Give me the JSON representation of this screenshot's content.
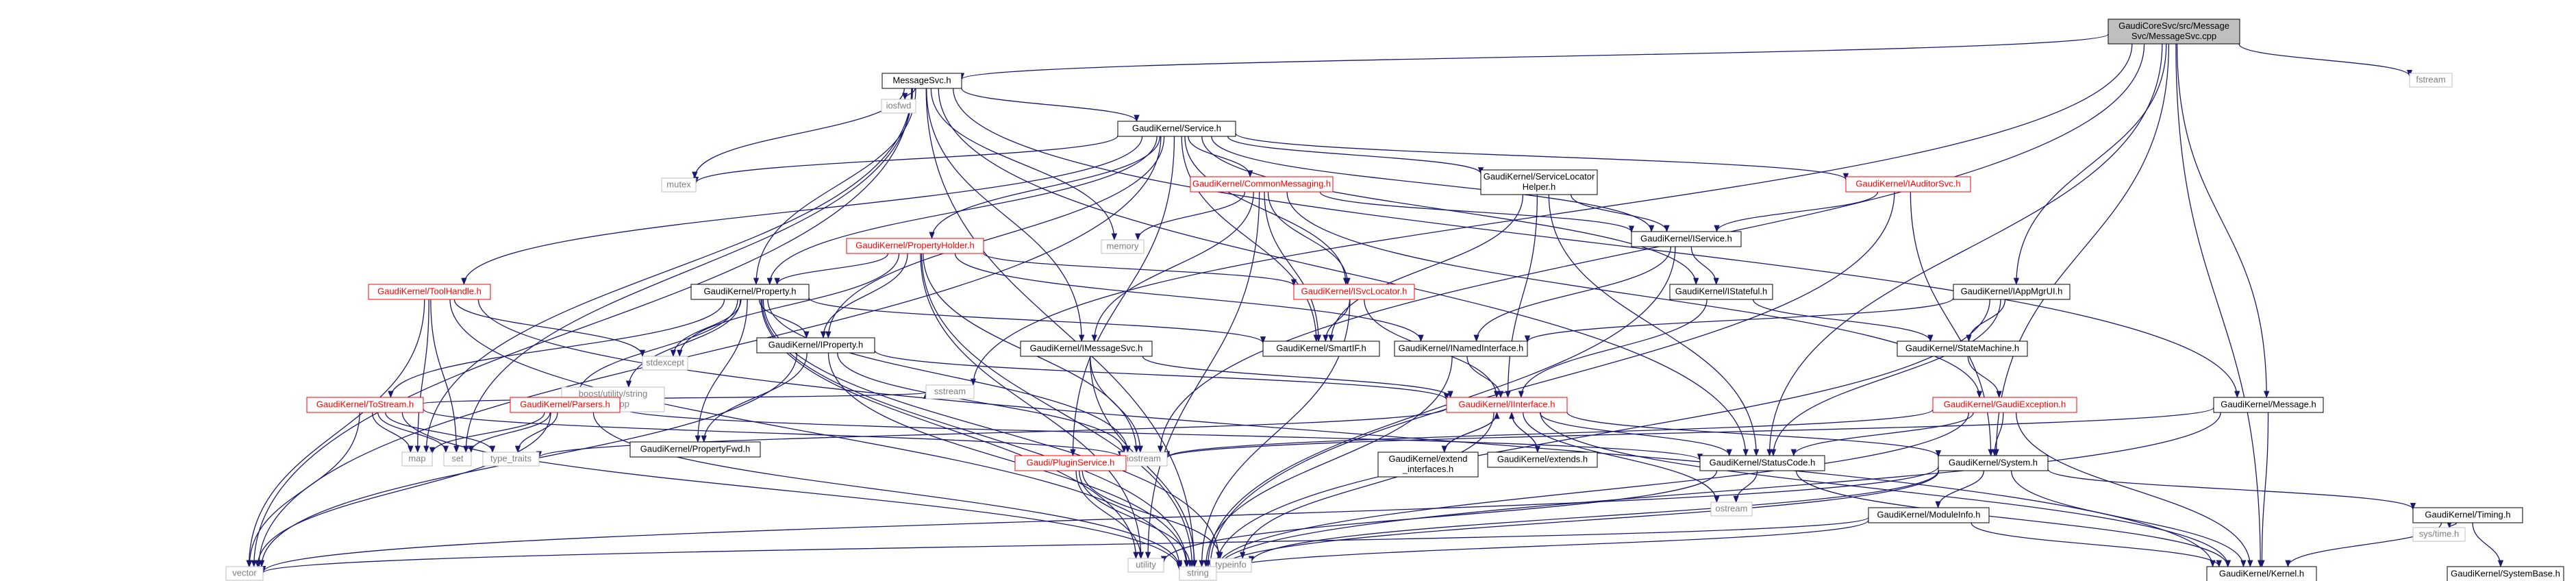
{
  "colors": {
    "edge": "#191970",
    "border_normal": "#000000",
    "border_linked": "#bfbfbf",
    "border_expandable": "#ff0000",
    "root_fill": "#bfbfbf",
    "text_normal": "#000000",
    "text_linked": "#7f7f7f",
    "text_expandable": "#ff0000"
  },
  "nodes": [
    {
      "id": "root",
      "style": "root",
      "lines": [
        "GaudiCoreSvc/src/Message",
        "Svc/MessageSvc.cpp"
      ]
    },
    {
      "id": "messagesvc_h",
      "style": "normal",
      "lines": [
        "MessageSvc.h"
      ]
    },
    {
      "id": "sstream",
      "style": "linked",
      "lines": [
        "sstream"
      ]
    },
    {
      "id": "fstream",
      "style": "linked",
      "lines": [
        "fstream"
      ]
    },
    {
      "id": "iosfwd",
      "style": "linked",
      "lines": [
        "iosfwd"
      ]
    },
    {
      "id": "mutex",
      "style": "linked",
      "lines": [
        "mutex"
      ]
    },
    {
      "id": "memory",
      "style": "linked",
      "lines": [
        "memory"
      ]
    },
    {
      "id": "stdexcept",
      "style": "linked",
      "lines": [
        "stdexcept"
      ]
    },
    {
      "id": "boost_string_ref",
      "style": "linked",
      "lines": [
        "boost/utility/string",
        "_ref.hpp"
      ]
    },
    {
      "id": "map",
      "style": "linked",
      "lines": [
        "map"
      ]
    },
    {
      "id": "set",
      "style": "linked",
      "lines": [
        "set"
      ]
    },
    {
      "id": "type_traits",
      "style": "linked",
      "lines": [
        "type_traits"
      ]
    },
    {
      "id": "iostream",
      "style": "linked",
      "lines": [
        "iostream"
      ]
    },
    {
      "id": "utility",
      "style": "linked",
      "lines": [
        "utility"
      ]
    },
    {
      "id": "typeinfo",
      "style": "linked",
      "lines": [
        "typeinfo"
      ]
    },
    {
      "id": "ostream",
      "style": "linked",
      "lines": [
        "ostream"
      ]
    },
    {
      "id": "vector",
      "style": "linked",
      "lines": [
        "vector"
      ]
    },
    {
      "id": "string",
      "style": "linked",
      "lines": [
        "string"
      ]
    },
    {
      "id": "systime",
      "style": "linked",
      "lines": [
        "sys/time.h"
      ]
    },
    {
      "id": "service_h",
      "style": "normal",
      "lines": [
        "GaudiKernel/Service.h"
      ]
    },
    {
      "id": "commonmessaging",
      "style": "expandable",
      "lines": [
        "GaudiKernel/CommonMessaging.h"
      ]
    },
    {
      "id": "servicelocatorhelper",
      "style": "normal",
      "lines": [
        "GaudiKernel/ServiceLocator",
        "Helper.h"
      ]
    },
    {
      "id": "iauditorsvc",
      "style": "expandable",
      "lines": [
        "GaudiKernel/IAuditorSvc.h"
      ]
    },
    {
      "id": "propertyholder",
      "style": "expandable",
      "lines": [
        "GaudiKernel/PropertyHolder.h"
      ]
    },
    {
      "id": "iservice",
      "style": "normal",
      "lines": [
        "GaudiKernel/IService.h"
      ]
    },
    {
      "id": "toolhandle",
      "style": "expandable",
      "lines": [
        "GaudiKernel/ToolHandle.h"
      ]
    },
    {
      "id": "property_h",
      "style": "normal",
      "lines": [
        "GaudiKernel/Property.h"
      ]
    },
    {
      "id": "isvclocator",
      "style": "expandable",
      "lines": [
        "GaudiKernel/ISvcLocator.h"
      ]
    },
    {
      "id": "istateful",
      "style": "normal",
      "lines": [
        "GaudiKernel/IStateful.h"
      ]
    },
    {
      "id": "iappmgrui",
      "style": "normal",
      "lines": [
        "GaudiKernel/IAppMgrUI.h"
      ]
    },
    {
      "id": "iproperty",
      "style": "normal",
      "lines": [
        "GaudiKernel/IProperty.h"
      ]
    },
    {
      "id": "imessagesvc",
      "style": "normal",
      "lines": [
        "GaudiKernel/IMessageSvc.h"
      ]
    },
    {
      "id": "smartif",
      "style": "normal",
      "lines": [
        "GaudiKernel/SmartIF.h"
      ]
    },
    {
      "id": "inamedinterface",
      "style": "normal",
      "lines": [
        "GaudiKernel/INamedInterface.h"
      ]
    },
    {
      "id": "statemachine",
      "style": "normal",
      "lines": [
        "GaudiKernel/StateMachine.h"
      ]
    },
    {
      "id": "tostream",
      "style": "expandable",
      "lines": [
        "GaudiKernel/ToStream.h"
      ]
    },
    {
      "id": "parsers",
      "style": "expandable",
      "lines": [
        "GaudiKernel/Parsers.h"
      ]
    },
    {
      "id": "propertyfwd",
      "style": "normal",
      "lines": [
        "GaudiKernel/PropertyFwd.h"
      ]
    },
    {
      "id": "iinterface",
      "style": "expandable",
      "lines": [
        "GaudiKernel/IInterface.h"
      ]
    },
    {
      "id": "gaudiexception",
      "style": "expandable",
      "lines": [
        "GaudiKernel/GaudiException.h"
      ]
    },
    {
      "id": "message_h",
      "style": "normal",
      "lines": [
        "GaudiKernel/Message.h"
      ]
    },
    {
      "id": "pluginservice",
      "style": "expandable",
      "lines": [
        "Gaudi/PluginService.h"
      ]
    },
    {
      "id": "extend_interfaces",
      "style": "normal",
      "lines": [
        "GaudiKernel/extend",
        "_interfaces.h"
      ]
    },
    {
      "id": "extends_h",
      "style": "normal",
      "lines": [
        "GaudiKernel/extends.h"
      ]
    },
    {
      "id": "statuscode",
      "style": "normal",
      "lines": [
        "GaudiKernel/StatusCode.h"
      ]
    },
    {
      "id": "system_h",
      "style": "normal",
      "lines": [
        "GaudiKernel/System.h"
      ]
    },
    {
      "id": "moduleinfo",
      "style": "normal",
      "lines": [
        "GaudiKernel/ModuleInfo.h"
      ]
    },
    {
      "id": "timing",
      "style": "normal",
      "lines": [
        "GaudiKernel/Timing.h"
      ]
    },
    {
      "id": "kernel_h",
      "style": "normal",
      "lines": [
        "GaudiKernel/Kernel.h"
      ]
    },
    {
      "id": "systembase",
      "style": "normal",
      "lines": [
        "GaudiKernel/SystemBase.h"
      ]
    }
  ],
  "edges": [
    [
      "root",
      "messagesvc_h"
    ],
    [
      "root",
      "sstream"
    ],
    [
      "root",
      "fstream"
    ],
    [
      "root",
      "iostream"
    ],
    [
      "root",
      "statuscode"
    ],
    [
      "root",
      "message_h"
    ],
    [
      "root",
      "system_h"
    ],
    [
      "root",
      "iappmgrui"
    ],
    [
      "root",
      "kernel_h"
    ],
    [
      "messagesvc_h",
      "iosfwd"
    ],
    [
      "messagesvc_h",
      "service_h"
    ],
    [
      "messagesvc_h",
      "mutex"
    ],
    [
      "messagesvc_h",
      "memory"
    ],
    [
      "messagesvc_h",
      "property_h"
    ],
    [
      "messagesvc_h",
      "imessagesvc"
    ],
    [
      "messagesvc_h",
      "message_h"
    ],
    [
      "messagesvc_h",
      "statuscode"
    ],
    [
      "messagesvc_h",
      "vector"
    ],
    [
      "messagesvc_h",
      "string"
    ],
    [
      "messagesvc_h",
      "map"
    ],
    [
      "messagesvc_h",
      "set"
    ],
    [
      "service_h",
      "commonmessaging"
    ],
    [
      "service_h",
      "servicelocatorhelper"
    ],
    [
      "service_h",
      "iauditorsvc"
    ],
    [
      "service_h",
      "propertyholder"
    ],
    [
      "service_h",
      "iservice"
    ],
    [
      "service_h",
      "istateful"
    ],
    [
      "service_h",
      "toolhandle"
    ],
    [
      "service_h",
      "property_h"
    ],
    [
      "service_h",
      "iproperty"
    ],
    [
      "service_h",
      "isvclocator"
    ],
    [
      "service_h",
      "smartif"
    ],
    [
      "service_h",
      "pluginservice"
    ],
    [
      "service_h",
      "mutex"
    ],
    [
      "service_h",
      "vector"
    ],
    [
      "commonmessaging",
      "memory"
    ],
    [
      "commonmessaging",
      "iservice"
    ],
    [
      "commonmessaging",
      "imessagesvc"
    ],
    [
      "commonmessaging",
      "isvclocator"
    ],
    [
      "commonmessaging",
      "smartif"
    ],
    [
      "commonmessaging",
      "gaudiexception"
    ],
    [
      "commonmessaging",
      "utility"
    ],
    [
      "servicelocatorhelper",
      "iservice"
    ],
    [
      "servicelocatorhelper",
      "smartif"
    ],
    [
      "servicelocatorhelper",
      "iinterface"
    ],
    [
      "servicelocatorhelper",
      "statuscode"
    ],
    [
      "iauditorsvc",
      "iservice"
    ],
    [
      "iauditorsvc",
      "system_h"
    ],
    [
      "iauditorsvc",
      "string"
    ],
    [
      "propertyholder",
      "property_h"
    ],
    [
      "propertyholder",
      "iproperty"
    ],
    [
      "propertyholder",
      "isvclocator"
    ],
    [
      "propertyholder",
      "inamedinterface"
    ],
    [
      "propertyholder",
      "stdexcept"
    ],
    [
      "propertyholder",
      "utility"
    ],
    [
      "propertyholder",
      "iostream"
    ],
    [
      "propertyholder",
      "string"
    ],
    [
      "iservice",
      "inamedinterface"
    ],
    [
      "iservice",
      "istateful"
    ],
    [
      "iservice",
      "string"
    ],
    [
      "toolhandle",
      "stdexcept"
    ],
    [
      "toolhandle",
      "map"
    ],
    [
      "toolhandle",
      "set"
    ],
    [
      "toolhandle",
      "vector"
    ],
    [
      "toolhandle",
      "string"
    ],
    [
      "toolhandle",
      "kernel_h"
    ],
    [
      "property_h",
      "stdexcept"
    ],
    [
      "property_h",
      "boost_string_ref"
    ],
    [
      "property_h",
      "tostream"
    ],
    [
      "property_h",
      "parsers"
    ],
    [
      "property_h",
      "propertyfwd"
    ],
    [
      "property_h",
      "iproperty"
    ],
    [
      "property_h",
      "smartif"
    ],
    [
      "property_h",
      "string"
    ],
    [
      "property_h",
      "utility"
    ],
    [
      "property_h",
      "iostream"
    ],
    [
      "property_h",
      "typeinfo"
    ],
    [
      "isvclocator",
      "smartif"
    ],
    [
      "isvclocator",
      "iinterface"
    ],
    [
      "isvclocator",
      "string"
    ],
    [
      "istateful",
      "statemachine"
    ],
    [
      "istateful",
      "iinterface"
    ],
    [
      "iappmgrui",
      "statemachine"
    ],
    [
      "iappmgrui",
      "inamedinterface"
    ],
    [
      "iappmgrui",
      "statuscode"
    ],
    [
      "iappmgrui",
      "string"
    ],
    [
      "iproperty",
      "propertyfwd"
    ],
    [
      "iproperty",
      "iinterface"
    ],
    [
      "iproperty",
      "iostream"
    ],
    [
      "iproperty",
      "string"
    ],
    [
      "iproperty",
      "vector"
    ],
    [
      "imessagesvc",
      "iinterface"
    ],
    [
      "imessagesvc",
      "iostream"
    ],
    [
      "imessagesvc",
      "string"
    ],
    [
      "inamedinterface",
      "iinterface"
    ],
    [
      "inamedinterface",
      "string"
    ],
    [
      "statemachine",
      "gaudiexception"
    ],
    [
      "tostream",
      "map"
    ],
    [
      "tostream",
      "set"
    ],
    [
      "tostream",
      "type_traits"
    ],
    [
      "tostream",
      "sstream"
    ],
    [
      "tostream",
      "vector"
    ],
    [
      "tostream",
      "string"
    ],
    [
      "tostream",
      "iostream"
    ],
    [
      "parsers",
      "map"
    ],
    [
      "parsers",
      "set"
    ],
    [
      "parsers",
      "type_traits"
    ],
    [
      "parsers",
      "vector"
    ],
    [
      "parsers",
      "string"
    ],
    [
      "parsers",
      "statuscode"
    ],
    [
      "iinterface",
      "extend_interfaces"
    ],
    [
      "iinterface",
      "extends_h"
    ],
    [
      "iinterface",
      "statuscode"
    ],
    [
      "iinterface",
      "system_h"
    ],
    [
      "iinterface",
      "ostream"
    ],
    [
      "iinterface",
      "type_traits"
    ],
    [
      "iinterface",
      "typeinfo"
    ],
    [
      "iinterface",
      "kernel_h"
    ],
    [
      "extend_interfaces",
      "iinterface"
    ],
    [
      "extends_h",
      "iinterface"
    ],
    [
      "gaudiexception",
      "statuscode"
    ],
    [
      "gaudiexception",
      "system_h"
    ],
    [
      "gaudiexception",
      "iostream"
    ],
    [
      "gaudiexception",
      "string"
    ],
    [
      "gaudiexception",
      "kernel_h"
    ],
    [
      "message_h",
      "iostream"
    ],
    [
      "message_h",
      "string"
    ],
    [
      "message_h",
      "kernel_h"
    ],
    [
      "pluginservice",
      "utility"
    ],
    [
      "pluginservice",
      "typeinfo"
    ],
    [
      "pluginservice",
      "string"
    ],
    [
      "statuscode",
      "ostream"
    ],
    [
      "statuscode",
      "utility"
    ],
    [
      "statuscode",
      "kernel_h"
    ],
    [
      "system_h",
      "moduleinfo"
    ],
    [
      "system_h",
      "timing"
    ],
    [
      "system_h",
      "typeinfo"
    ],
    [
      "system_h",
      "string"
    ],
    [
      "system_h",
      "vector"
    ],
    [
      "system_h",
      "kernel_h"
    ],
    [
      "moduleinfo",
      "string"
    ],
    [
      "moduleinfo",
      "vector"
    ],
    [
      "moduleinfo",
      "kernel_h"
    ],
    [
      "timing",
      "systime"
    ],
    [
      "timing",
      "systembase"
    ],
    [
      "timing",
      "kernel_h"
    ]
  ]
}
